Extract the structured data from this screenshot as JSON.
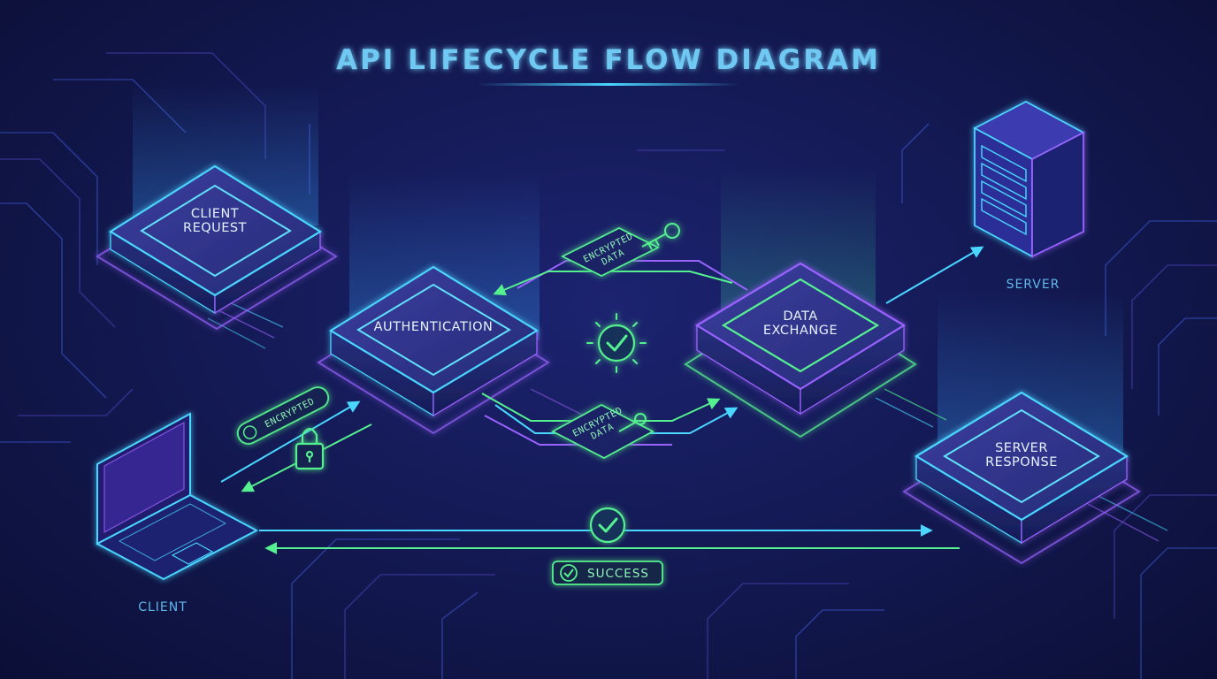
{
  "title": "API LIFECYCLE FLOW DIAGRAM",
  "nodes": {
    "client_request": {
      "line1": "CLIENT",
      "line2": "REQUEST"
    },
    "authentication": {
      "line1": "AUTHENTICATION"
    },
    "data_exchange": {
      "line1": "DATA",
      "line2": "EXCHANGE"
    },
    "server_response": {
      "line1": "SERVER",
      "line2": "RESPONSE"
    }
  },
  "devices": {
    "client": "CLIENT",
    "server": "SERVER"
  },
  "tags": {
    "encrypted": "ENCRYPTED",
    "encrypted_data_top": {
      "line1": "ENCRYPTED",
      "line2": "DATA"
    },
    "encrypted_data_bottom": {
      "line1": "ENCRYPTED",
      "line2": "DATA"
    },
    "success": "SUCCESS"
  },
  "colors": {
    "background": "#141a55",
    "cyan": "#49d6ff",
    "purple": "#9a62ff",
    "green": "#55f08f",
    "title": "#6fc9f2"
  },
  "icons": [
    "check-icon",
    "lock-icon",
    "key-icon",
    "laptop-icon",
    "server-rack-icon"
  ]
}
